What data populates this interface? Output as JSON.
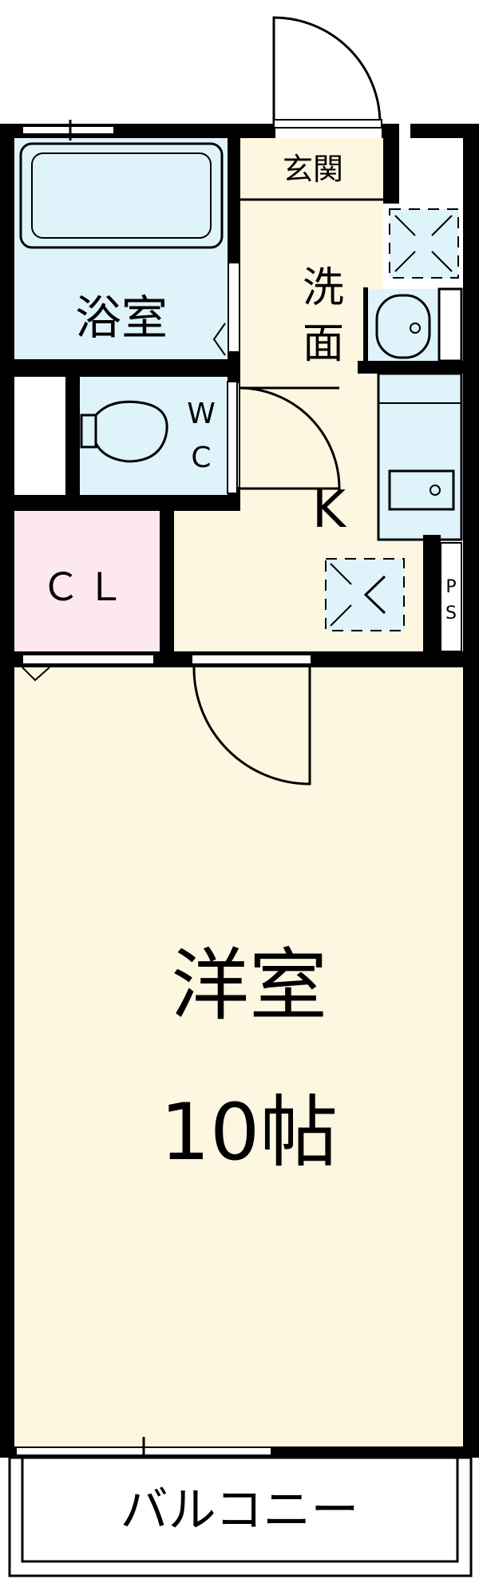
{
  "colors": {
    "wall": "#000000",
    "wet_area": "#dff3fb",
    "closet": "#fce8ee",
    "living": "#fdf6e0"
  },
  "rooms": {
    "entrance": {
      "label": "玄関"
    },
    "bathroom": {
      "label": "浴室"
    },
    "washroom": {
      "label_line1": "洗",
      "label_line2": "面"
    },
    "toilet": {
      "label_line1": "W",
      "label_line2": "C"
    },
    "kitchen": {
      "label": "K"
    },
    "closet": {
      "label": "ＣＬ"
    },
    "pipe_space": {
      "label_line1": "P",
      "label_line2": "S"
    },
    "western_room": {
      "label": "洋室",
      "size": "10帖"
    },
    "balcony": {
      "label": "バルコニー"
    }
  }
}
